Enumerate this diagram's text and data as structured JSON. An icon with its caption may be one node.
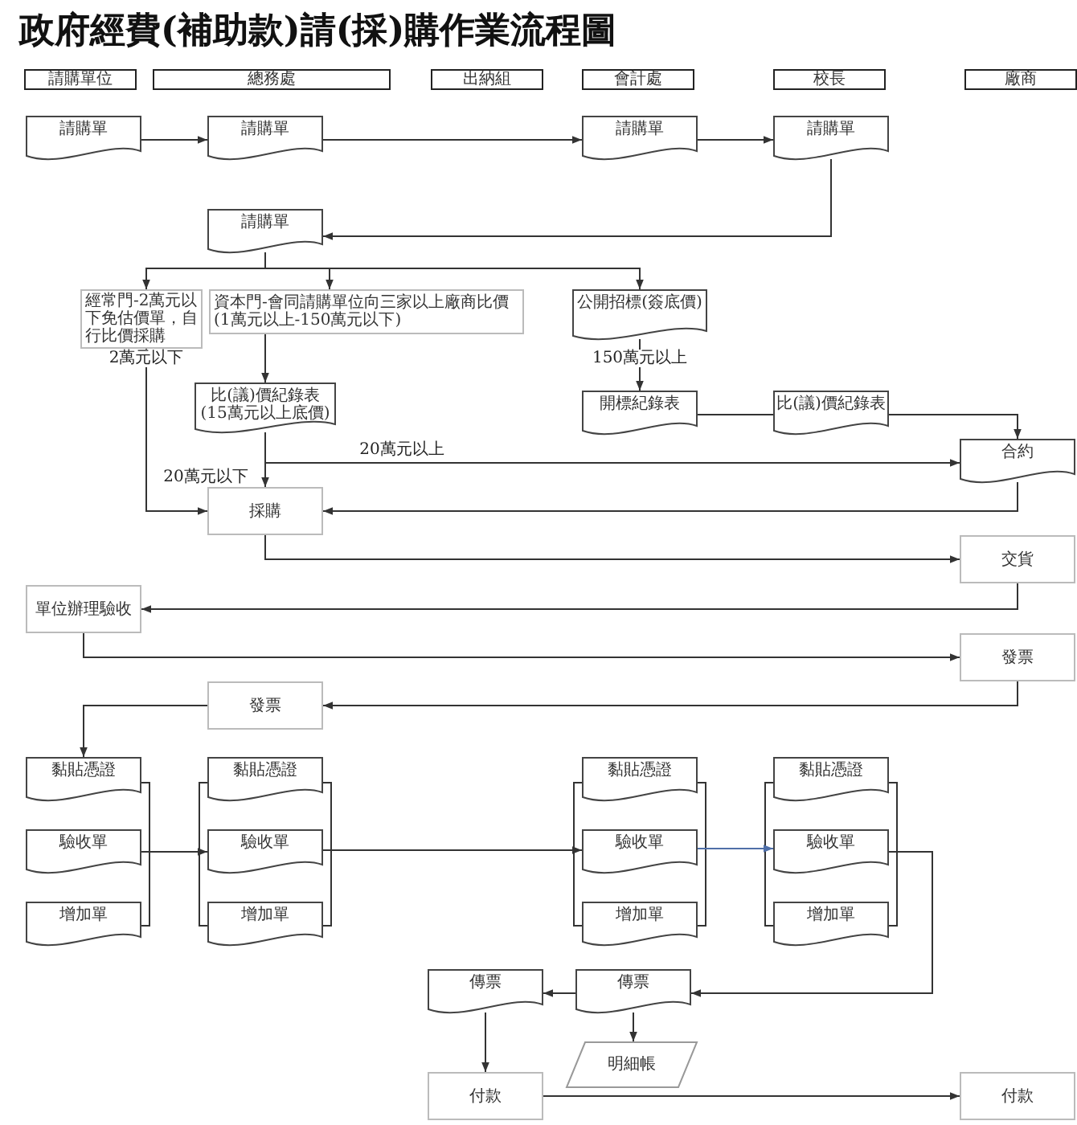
{
  "diagram": {
    "title": "政府經費(補助款)請(採)購作業流程圖",
    "nodes": [
      {
        "text": [
          "請購單位"
        ]
      },
      {
        "text": [
          "總務處"
        ]
      },
      {
        "text": [
          "出納組"
        ]
      },
      {
        "text": [
          "會計處"
        ]
      },
      {
        "text": [
          "校長"
        ]
      },
      {
        "text": [
          "廠商"
        ]
      },
      {
        "text": [
          "請購單"
        ]
      },
      {
        "text": [
          "請購單"
        ]
      },
      {
        "text": [
          "請購單"
        ]
      },
      {
        "text": [
          "請購單"
        ]
      },
      {
        "text": [
          "請購單"
        ]
      },
      {
        "text": [
          "經常門-2萬元以下免估價單，自行比價採購"
        ]
      },
      {
        "text": [
          "資本門-會同請購單位向三家以上廠商比價(1萬元以上-150萬元以下)"
        ]
      },
      {
        "text": [
          "公開招標(簽底價)"
        ]
      },
      {
        "text": [
          "比(議)價紀錄表(15萬元以上底價)"
        ]
      },
      {
        "text": [
          "開標紀錄表"
        ]
      },
      {
        "text": [
          "比(議)價紀錄表"
        ]
      },
      {
        "text": [
          "合約"
        ]
      },
      {
        "text": [
          "採購"
        ]
      },
      {
        "text": [
          "交貨"
        ]
      },
      {
        "text": [
          "單位辦理驗收"
        ]
      },
      {
        "text": [
          "發票"
        ]
      },
      {
        "text": [
          "發票"
        ]
      },
      {
        "text": [
          "黏貼憑證"
        ]
      },
      {
        "text": [
          "驗收單"
        ]
      },
      {
        "text": [
          "增加單"
        ]
      },
      {
        "text": [
          "黏貼憑證"
        ]
      },
      {
        "text": [
          "驗收單"
        ]
      },
      {
        "text": [
          "增加單"
        ]
      },
      {
        "text": [
          "黏貼憑證"
        ]
      },
      {
        "text": [
          "驗收單"
        ]
      },
      {
        "text": [
          "增加單"
        ]
      },
      {
        "text": [
          "黏貼憑證"
        ]
      },
      {
        "text": [
          "驗收單"
        ]
      },
      {
        "text": [
          "增加單"
        ]
      },
      {
        "text": [
          "傳票"
        ]
      },
      {
        "text": [
          "傳票"
        ]
      },
      {
        "text": [
          "明細帳"
        ]
      },
      {
        "text": [
          "付款"
        ]
      },
      {
        "text": [
          "付款"
        ]
      }
    ],
    "edges": [
      {
        "from": 6,
        "to": 7,
        "arrow": "to"
      },
      {
        "from": 7,
        "to": 8,
        "arrow": "to"
      },
      {
        "from": 8,
        "to": 9,
        "arrow": "to"
      },
      {
        "from": 9,
        "to": 10,
        "arrow": "to"
      },
      {
        "from": 10,
        "to": 11,
        "arrow": "to"
      },
      {
        "from": 10,
        "to": 12,
        "arrow": "to"
      },
      {
        "from": 10,
        "to": 13,
        "arrow": "to"
      },
      {
        "from": 12,
        "to": 14,
        "arrow": "to"
      },
      {
        "from": 13,
        "to": 15,
        "arrow": "to",
        "label": "150萬元以上"
      },
      {
        "from": 15,
        "to": 16,
        "arrow": "none"
      },
      {
        "from": 16,
        "to": 17,
        "arrow": "to"
      },
      {
        "from": 14,
        "to": 18,
        "arrow": "to",
        "label": "20萬元以下"
      },
      {
        "from": 14,
        "to": 17,
        "arrow": "to",
        "label": "20萬元以上"
      },
      {
        "from": 11,
        "to": 18,
        "arrow": "to",
        "label": "2萬元以下"
      },
      {
        "from": 17,
        "to": 18,
        "arrow": "to"
      },
      {
        "from": 18,
        "to": 19,
        "arrow": "to"
      },
      {
        "from": 19,
        "to": 20,
        "arrow": "to"
      },
      {
        "from": 20,
        "to": 21,
        "arrow": "to"
      },
      {
        "from": 21,
        "to": 22,
        "arrow": "to"
      },
      {
        "from": 22,
        "to": 23,
        "arrow": "to"
      },
      {
        "from": 24,
        "to": 27,
        "arrow": "to"
      },
      {
        "from": 27,
        "to": 30,
        "arrow": "to"
      },
      {
        "from": 30,
        "to": 33,
        "arrow": "to",
        "color": "#4f6fa8"
      },
      {
        "from": 33,
        "to": 36,
        "arrow": "to"
      },
      {
        "from": 36,
        "to": 35,
        "arrow": "to"
      },
      {
        "from": 36,
        "to": 37,
        "arrow": "to"
      },
      {
        "from": 35,
        "to": 38,
        "arrow": "to"
      },
      {
        "from": 38,
        "to": 39,
        "arrow": "to"
      }
    ]
  }
}
